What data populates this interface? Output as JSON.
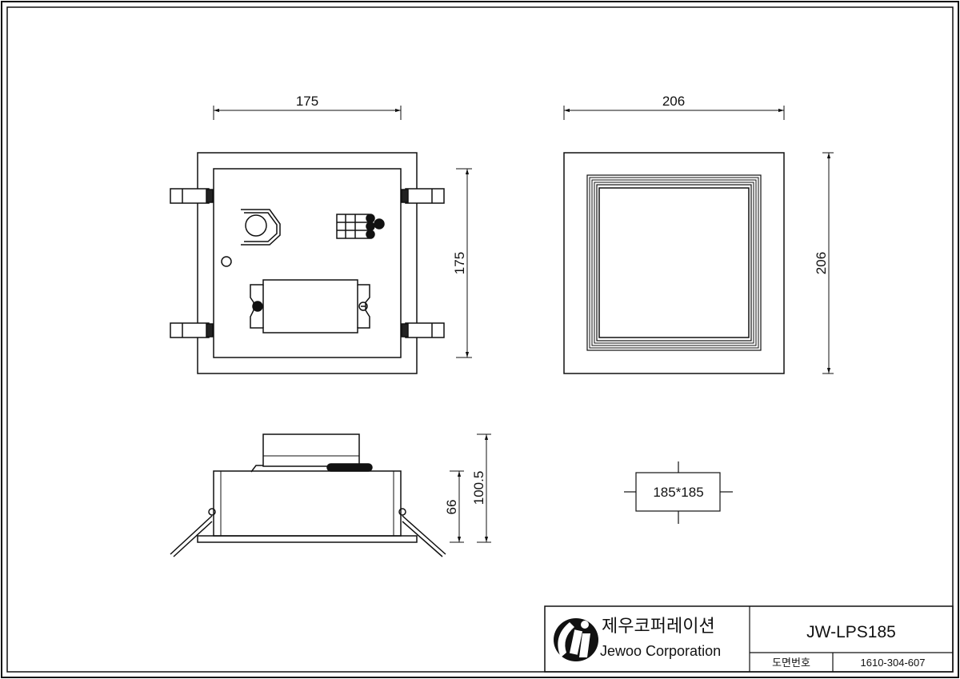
{
  "drawing": {
    "top_view": {
      "width_dim": "175",
      "height_dim": "175"
    },
    "front_view": {
      "width_dim": "206",
      "height_dim": "206"
    },
    "side_view": {
      "body_height_dim": "66",
      "total_height_dim": "100.5"
    },
    "cutout": {
      "label": "185*185"
    }
  },
  "title_block": {
    "company_kr": "제우코퍼레이션",
    "company_en": "Jewoo Corporation",
    "model": "JW-LPS185",
    "drawing_no_label": "도면번호",
    "drawing_no": "1610-304-607"
  },
  "colors": {
    "line": "#111111",
    "background": "#ffffff"
  }
}
